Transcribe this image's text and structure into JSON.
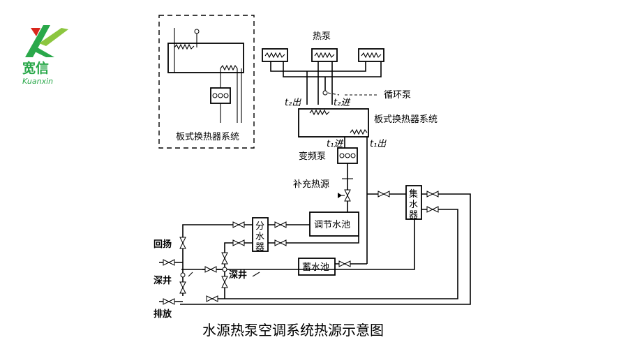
{
  "logo": {
    "name_cn": "宽信",
    "name_en": "Kuanxin",
    "brand_green": "#2aa84a",
    "accent_red": "#d9261c"
  },
  "caption": "水源热泵空调系统热源示意图",
  "labels": {
    "heat_pump": "热泵",
    "circulation_pump": "循环泵",
    "plate_hx_main": "板式换热器系统",
    "plate_hx_inset": "板式换热器系统",
    "t2_out": "t₂出",
    "t2_in": "t₂进",
    "t1_in": "t₁进",
    "t1_out": "t₁出",
    "vfd_pump": "变频泵",
    "supplementary_heat": "补充热源",
    "collector": "集水器",
    "distributor": "分水器",
    "regulating_pool": "调节水池",
    "storage_pool": "蓄水池",
    "recharge": "回扬",
    "deep_well_left": "深井",
    "deep_well_mid": "深井",
    "discharge": "排放"
  }
}
